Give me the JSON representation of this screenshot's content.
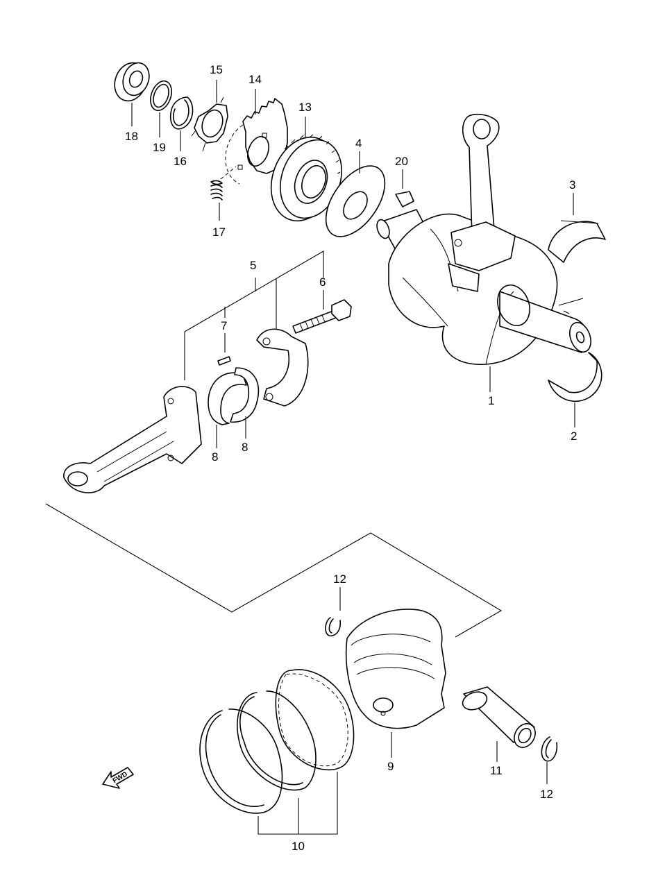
{
  "callouts": {
    "c1": "1",
    "c2": "2",
    "c3": "3",
    "c4": "4",
    "c5": "5",
    "c6": "6",
    "c7": "7",
    "c8a": "8",
    "c8b": "8",
    "c9": "9",
    "c10": "10",
    "c11": "11",
    "c12a": "12",
    "c12b": "12",
    "c13": "13",
    "c14": "14",
    "c15": "15",
    "c16": "16",
    "c17": "17",
    "c18": "18",
    "c19": "19",
    "c20": "20"
  },
  "fwd_marker": {
    "label": "FWD",
    "icon": "forward-arrow-icon"
  }
}
